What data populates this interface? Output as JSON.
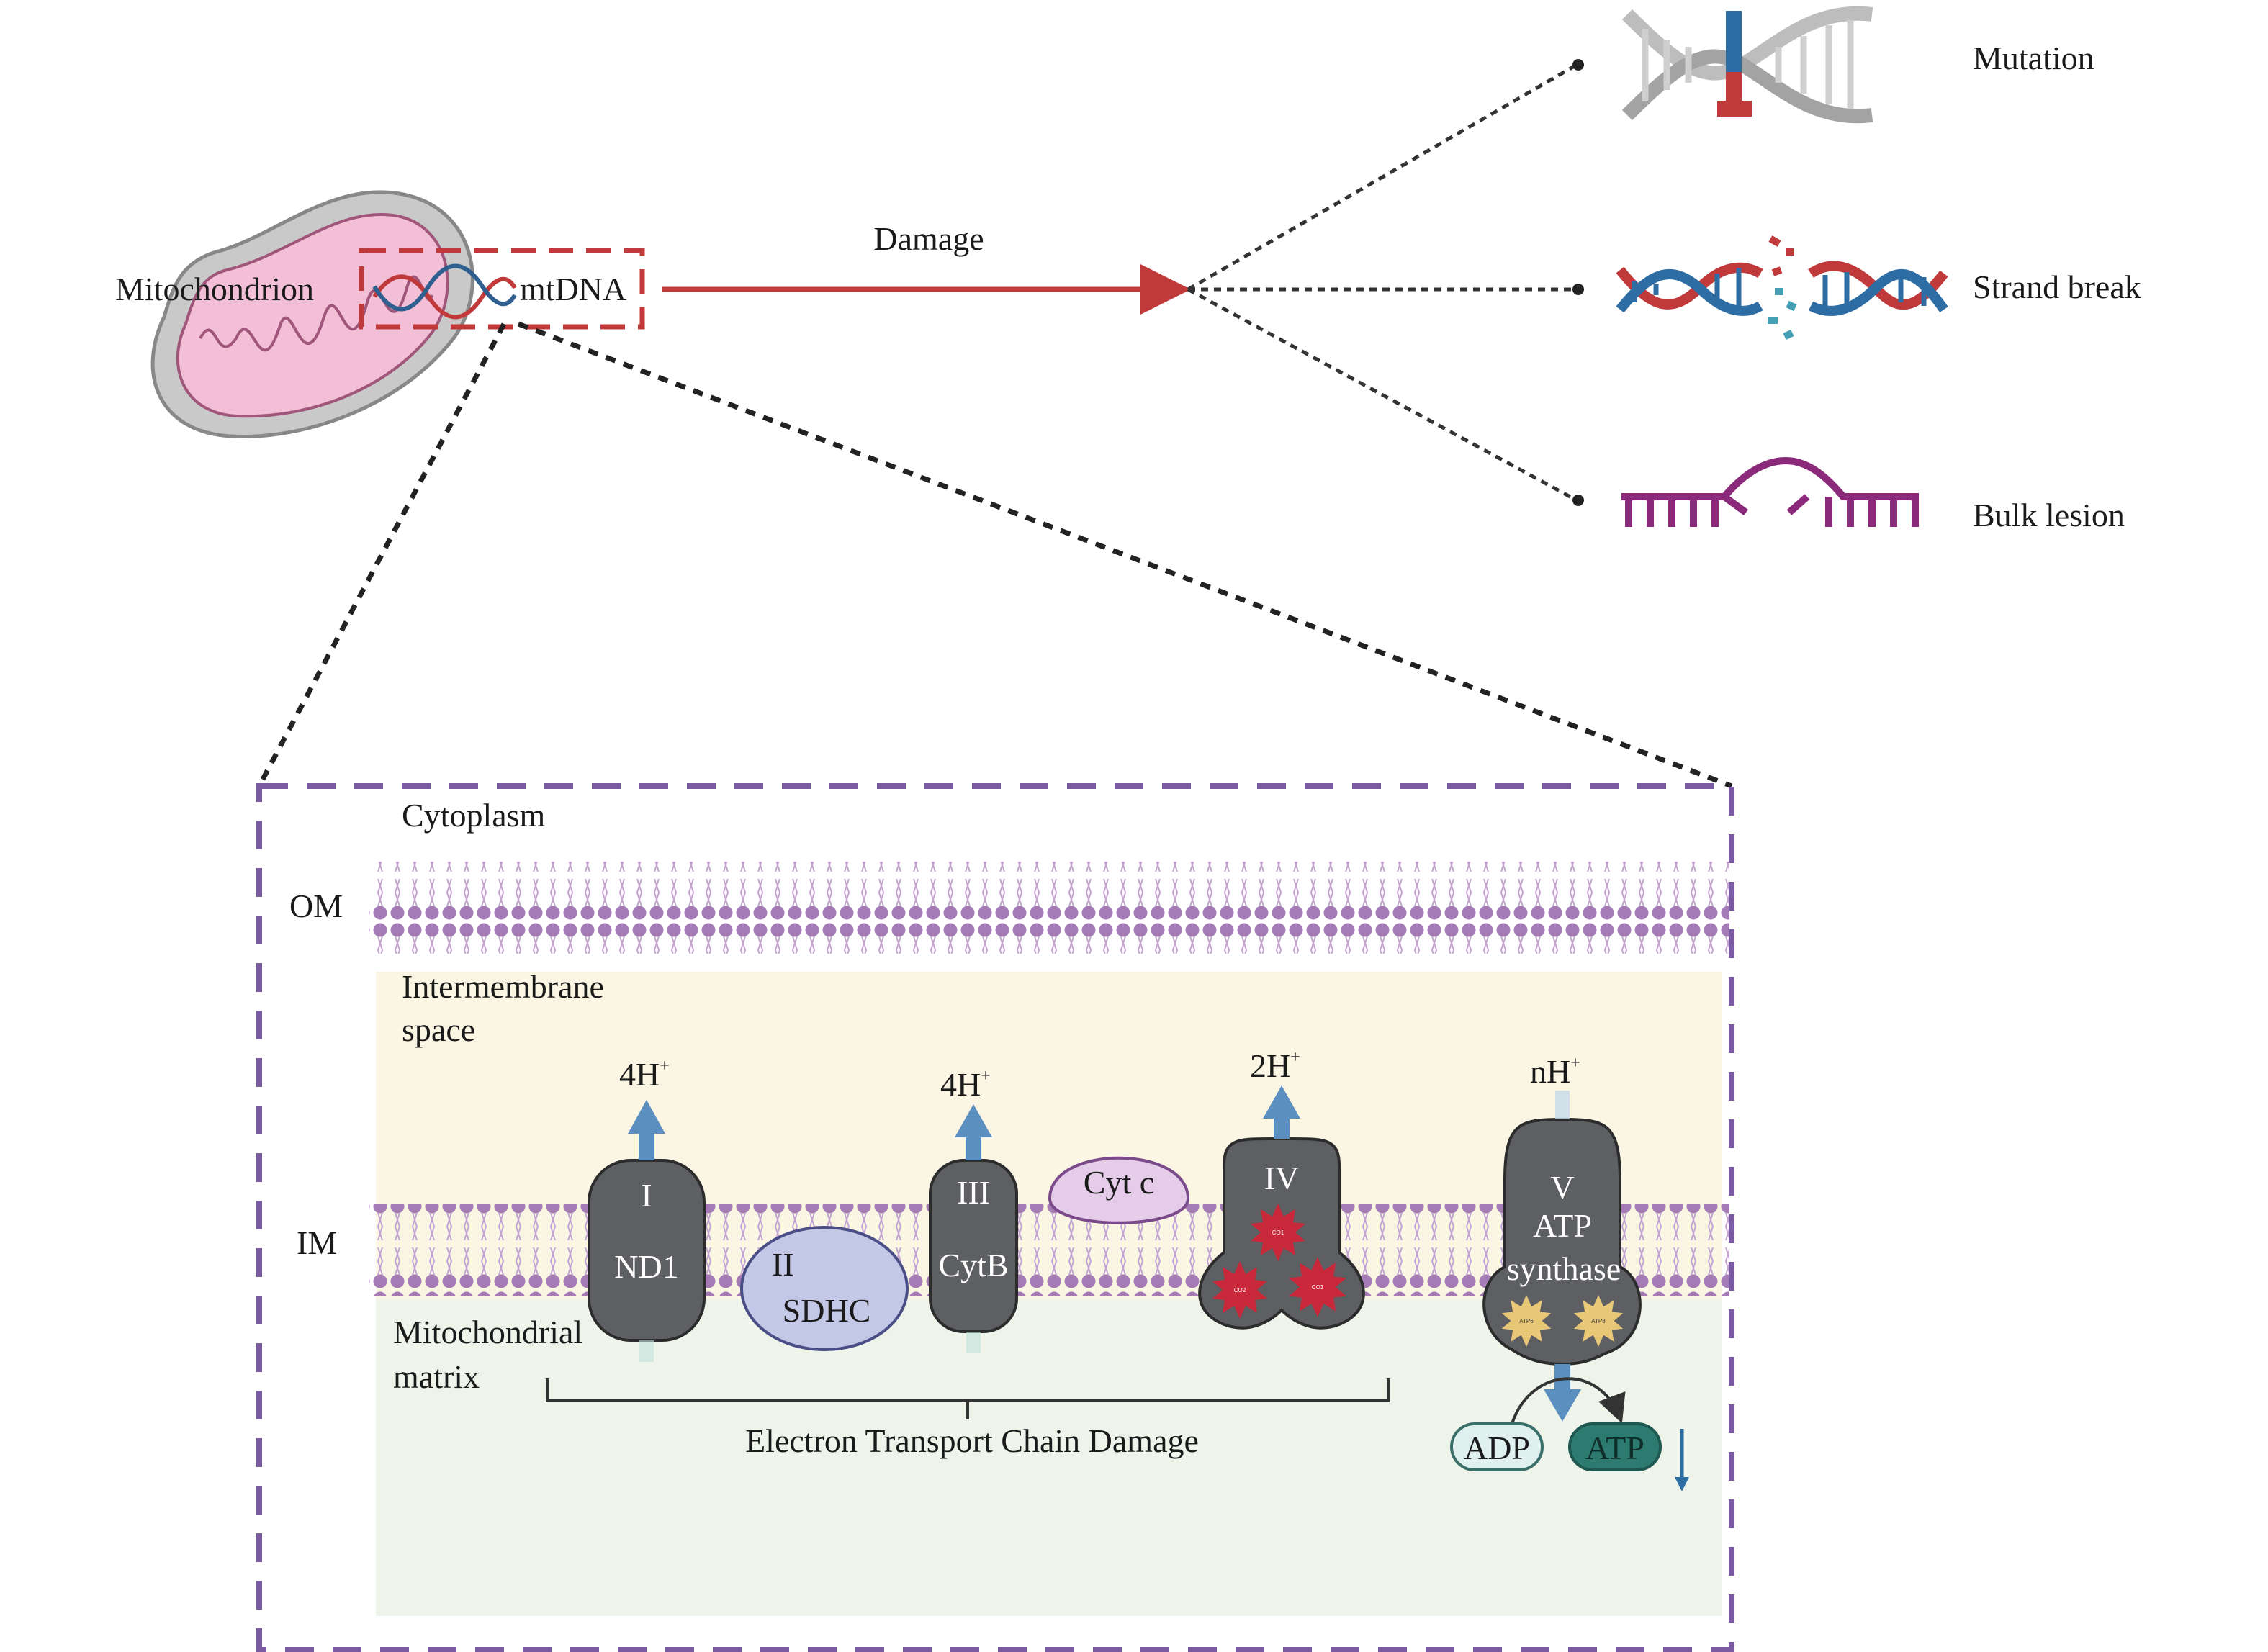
{
  "top": {
    "mitochondrion_label": "Mitochondrion",
    "mtdna_label": "mtDNA",
    "damage_label": "Damage",
    "outcomes": [
      {
        "label": "Mutation"
      },
      {
        "label": "Strand break"
      },
      {
        "label": "Bulk lesion"
      }
    ]
  },
  "inset": {
    "cytoplasm_label": "Cytoplasm",
    "om_label": "OM",
    "ims_label_line1": "Intermembrane",
    "ims_label_line2": "space",
    "im_label": "IM",
    "matrix_label_line1": "Mitochondrial",
    "matrix_label_line2": "matrix",
    "complexes": {
      "c1": {
        "numeral": "I",
        "gene": "ND1",
        "proton_num": "4H",
        "proton_sup": "+"
      },
      "c2": {
        "numeral": "II",
        "gene": "SDHC"
      },
      "c3": {
        "numeral": "III",
        "gene": "CytB",
        "proton_num": "4H",
        "proton_sup": "+"
      },
      "cytc": {
        "label": "Cyt c"
      },
      "c4": {
        "numeral": "IV",
        "proton_num": "2H",
        "proton_sup": "+",
        "subunits": [
          "CO1",
          "CO2",
          "CO3"
        ]
      },
      "c5": {
        "numeral": "V",
        "line1": "ATP",
        "line2": "synthase",
        "proton_num": "nH",
        "proton_sup": "+",
        "subunits": [
          "ATP6",
          "ATP8"
        ]
      }
    },
    "etc_label": "Electron Transport Chain Damage",
    "adp_label": "ADP",
    "atp_label": "ATP"
  },
  "colors": {
    "damage_red": "#c0393b",
    "dna_blue": "#2e5f8f",
    "inset_border": "#7a5aa0",
    "lipid_head": "#a57bb5",
    "ims_fill": "#fbf5e3",
    "matrix_fill": "#eef4ea",
    "complex_fill": "#5d5f62",
    "sdhc_fill": "#c3c8e6",
    "cytc_fill": "#e5cdea",
    "proton_arrow": "#5b8fbf",
    "adp_fill": "#dff0ee",
    "atp_fill": "#2d7a70",
    "lesion_purple": "#8b2a7b",
    "star_red": "#c8283a",
    "star_yellow": "#e8c777"
  }
}
